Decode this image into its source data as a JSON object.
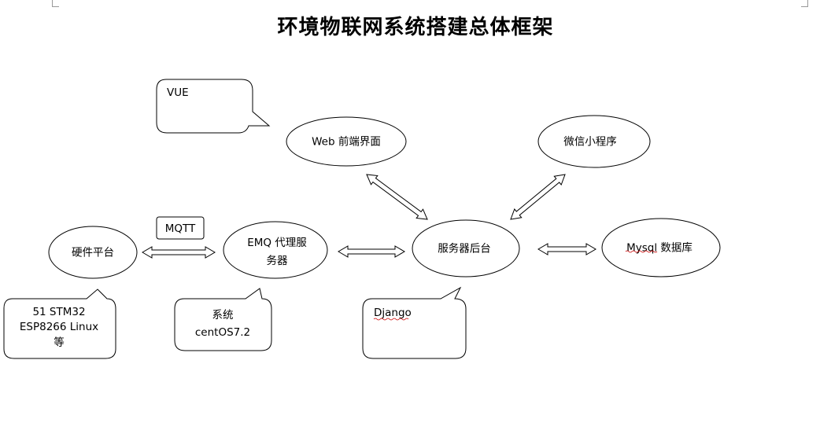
{
  "title": "环境物联网系统搭建总体框架",
  "nodes": {
    "web_frontend": "Web 前端界面",
    "wechat_miniprogram": "微信小程序",
    "hardware_platform": "硬件平台",
    "emq_line1": "EMQ 代理服",
    "emq_line2": "务器",
    "server_backend": "服务器后台",
    "mysql_db": "Mysql 数据库"
  },
  "labels": {
    "mqtt": "MQTT"
  },
  "callouts": {
    "vue": "VUE",
    "hardware_line1": "51   STM32",
    "hardware_line2": "ESP8266   Linux",
    "hardware_line3": "等",
    "system_line1": "系统",
    "system_line2": "centOS7.2",
    "django": "Django"
  }
}
